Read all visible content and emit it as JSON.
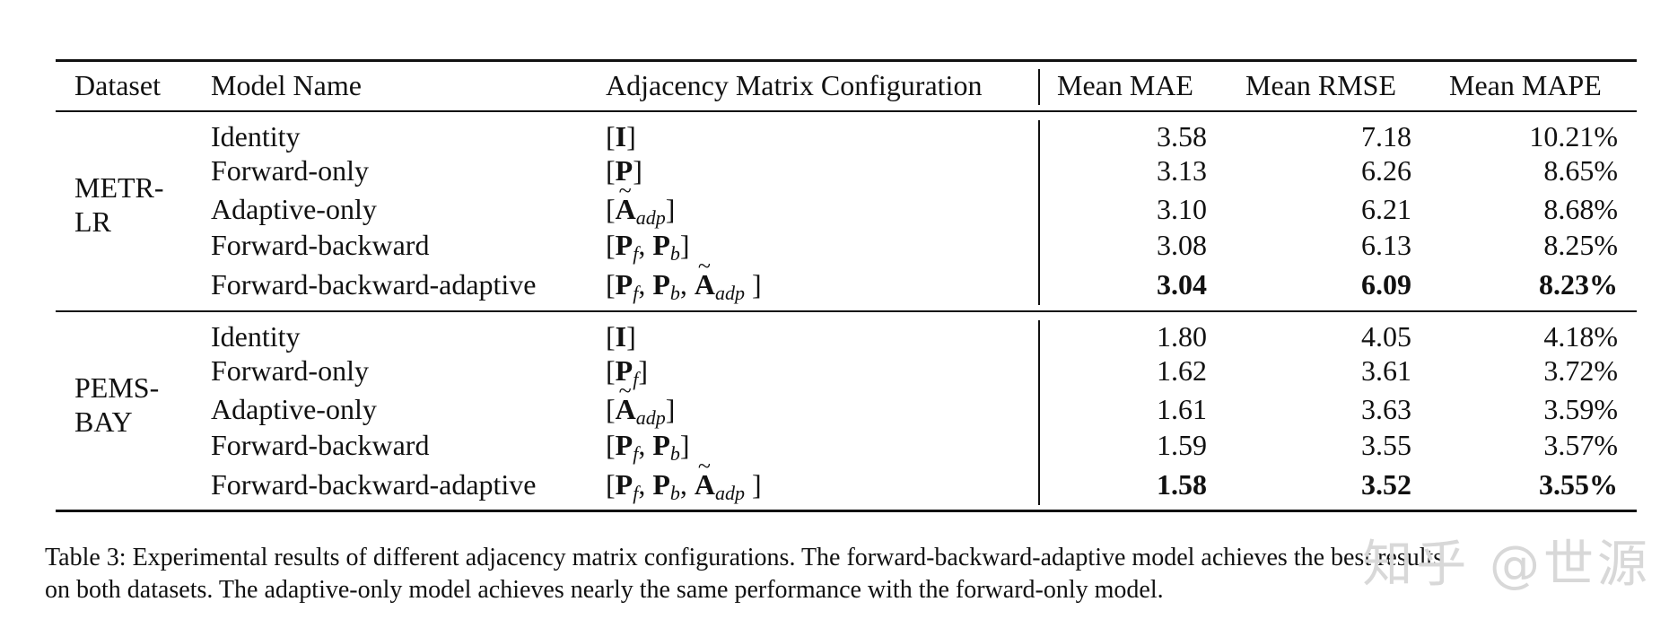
{
  "headers": {
    "dataset": "Dataset",
    "model": "Model Name",
    "adjacency": "Adjacency Matrix Configuration",
    "mae": "Mean MAE",
    "rmse": "Mean RMSE",
    "mape": "Mean MAPE"
  },
  "groups": [
    {
      "dataset_line1": "METR-",
      "dataset_line2": "LR",
      "rows": [
        {
          "model": "Identity",
          "mae": "3.58",
          "rmse": "7.18",
          "mape": "10.21%"
        },
        {
          "model": "Forward-only",
          "mae": "3.13",
          "rmse": "6.26",
          "mape": "8.65%"
        },
        {
          "model": "Adaptive-only",
          "mae": "3.10",
          "rmse": "6.21",
          "mape": "8.68%"
        },
        {
          "model": "Forward-backward",
          "mae": "3.08",
          "rmse": "6.13",
          "mape": "8.25%"
        },
        {
          "model": "Forward-backward-adaptive",
          "mae": "3.04",
          "rmse": "6.09",
          "mape": "8.23%"
        }
      ]
    },
    {
      "dataset_line1": "PEMS-",
      "dataset_line2": "BAY",
      "rows": [
        {
          "model": "Identity",
          "mae": "1.80",
          "rmse": "4.05",
          "mape": "4.18%"
        },
        {
          "model": "Forward-only",
          "mae": "1.62",
          "rmse": "3.61",
          "mape": "3.72%"
        },
        {
          "model": "Adaptive-only",
          "mae": "1.61",
          "rmse": "3.63",
          "mape": "3.59%"
        },
        {
          "model": "Forward-backward",
          "mae": "1.59",
          "rmse": "3.55",
          "mape": "3.57%"
        },
        {
          "model": "Forward-backward-adaptive",
          "mae": "1.58",
          "rmse": "3.52",
          "mape": "3.55%"
        }
      ]
    }
  ],
  "caption_line1": "Table 3: Experimental results of different adjacency matrix configurations. The forward-backward-adaptive model achieves the best results",
  "caption_line2": "on both datasets. The adaptive-only model achieves nearly the same performance with the forward-only model.",
  "watermark": "知乎 @世源"
}
